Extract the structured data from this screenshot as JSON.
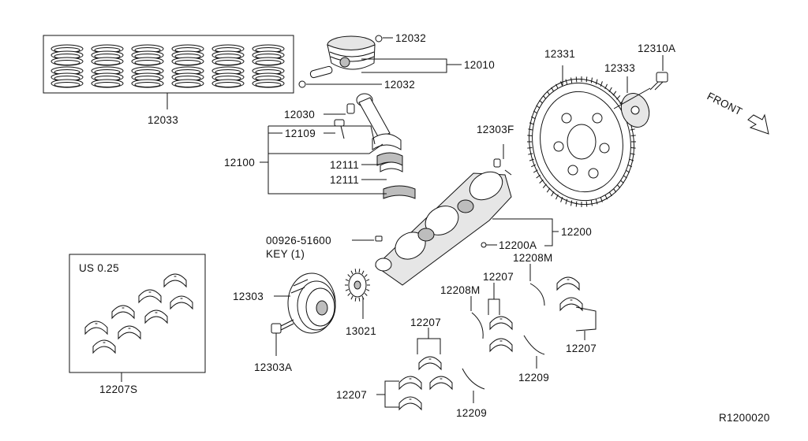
{
  "parts": {
    "piston_rings": "12033",
    "piston_pin_snap_ring_top": "12032",
    "piston_pin_snap_ring_bottom": "12032",
    "piston_assembly": "12010",
    "connecting_rod_bushing": "12030",
    "connecting_rod_bolt": "12109",
    "connecting_rod_assembly": "12100",
    "connecting_rod_bearing_upper": "12111",
    "connecting_rod_bearing_lower": "12111",
    "crankshaft_sprocket_key_plug": "12303F",
    "flywheel": "12331",
    "flywheel_reinforcement_plate": "12333",
    "flywheel_bolt": "12310A",
    "crankshaft_assembly": "12200",
    "crankshaft_plug": "12200A",
    "woodruff_key_part": "00926-51600",
    "woodruff_key_qty": "KEY (1)",
    "bearing_set_box_title": "US 0.25",
    "undersize_bearing_set": "12207S",
    "crank_pulley": "12303",
    "crank_pulley_bolt": "12303A",
    "crank_sprocket": "13021",
    "thrust_washer_left": "12208M",
    "thrust_washer_right": "12208M",
    "main_bearing_a": "12207",
    "main_bearing_b": "12207",
    "main_bearing_c": "12207",
    "main_bearing_d": "12207",
    "thrust_bearing_small_a": "12209",
    "thrust_bearing_small_b": "12209"
  },
  "direction": "FRONT",
  "diagram_ref": "R1200020"
}
